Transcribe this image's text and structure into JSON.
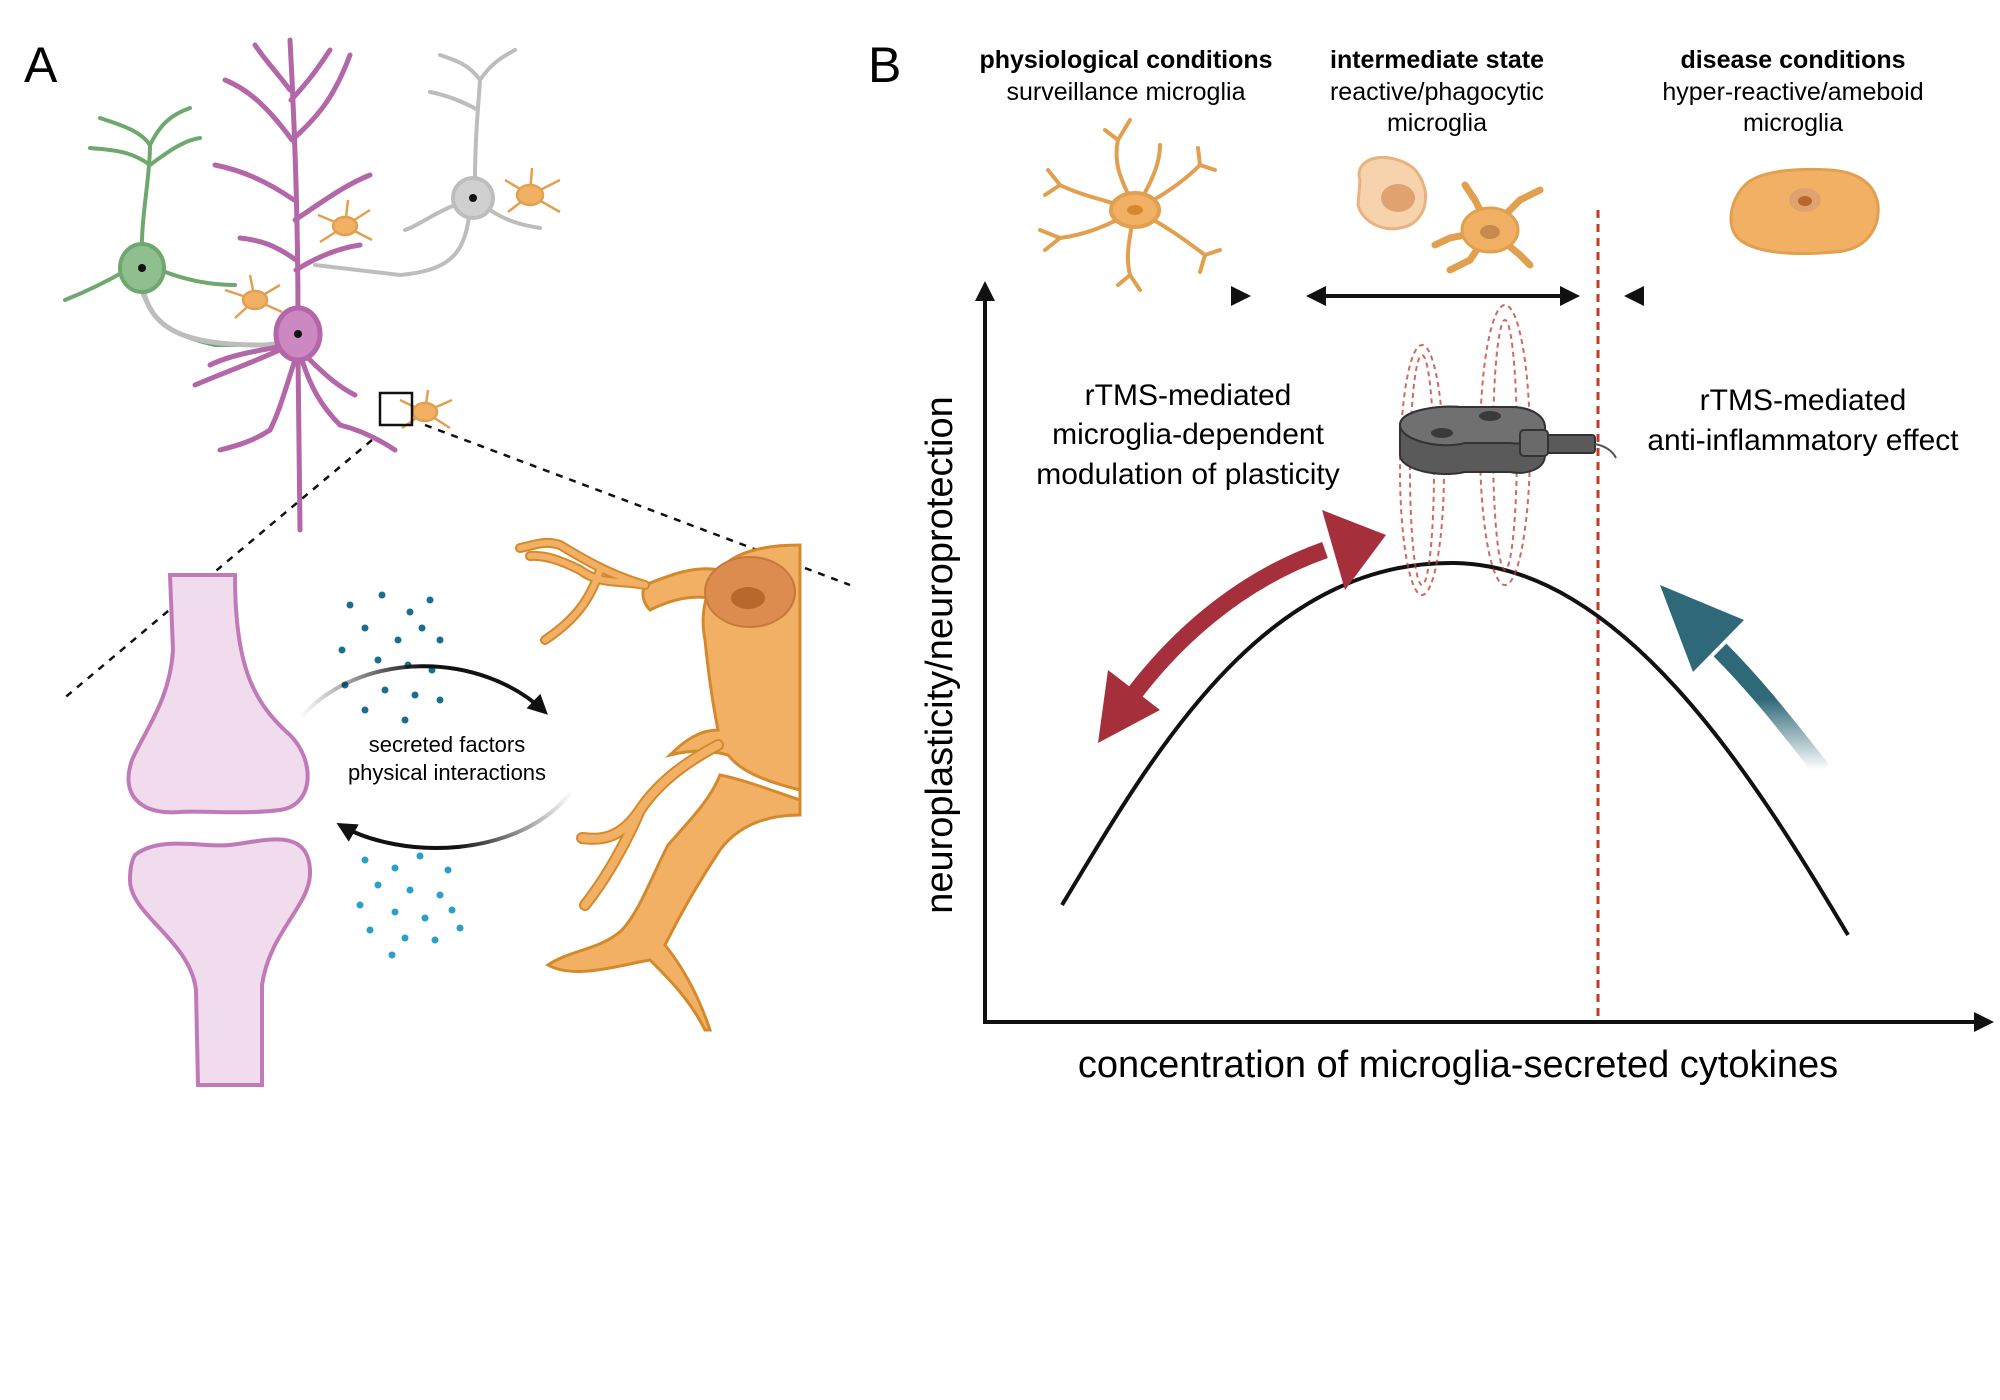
{
  "panel_a": {
    "label": "A",
    "factors_line1": "secreted factors",
    "factors_line2": "physical interactions"
  },
  "panel_b": {
    "label": "B",
    "states": [
      {
        "title": "physiological conditions",
        "desc_line1": "surveillance microglia",
        "desc_line2": ""
      },
      {
        "title": "intermediate state",
        "desc_line1": "reactive/phagocytic",
        "desc_line2": "microglia"
      },
      {
        "title": "disease conditions",
        "desc_line1": "hyper-reactive/ameboid",
        "desc_line2": "microglia"
      }
    ],
    "plasticity_text": [
      "rTMS-mediated",
      "microglia-dependent",
      "modulation of plasticity"
    ],
    "anti_text": [
      "rTMS-mediated",
      "anti-inflammatory effect"
    ],
    "y_axis_label": "neuroplasticity/neuroprotection",
    "x_axis_label": "concentration of microglia-secreted cytokines"
  },
  "colors": {
    "pyramidal": "#b366a8",
    "interneuron_green": "#6fa86f",
    "interneuron_gray": "#bdbdbd",
    "microglia": "#f2b064",
    "microglia_stroke": "#d48a2c",
    "synapse_fill": "#f1dced",
    "synapse_stroke": "#c07ab8",
    "red_arrow": "#a5303b",
    "teal_arrow": "#2f6878",
    "dashed_line": "#c0392b",
    "dots": "#1a6e92"
  }
}
